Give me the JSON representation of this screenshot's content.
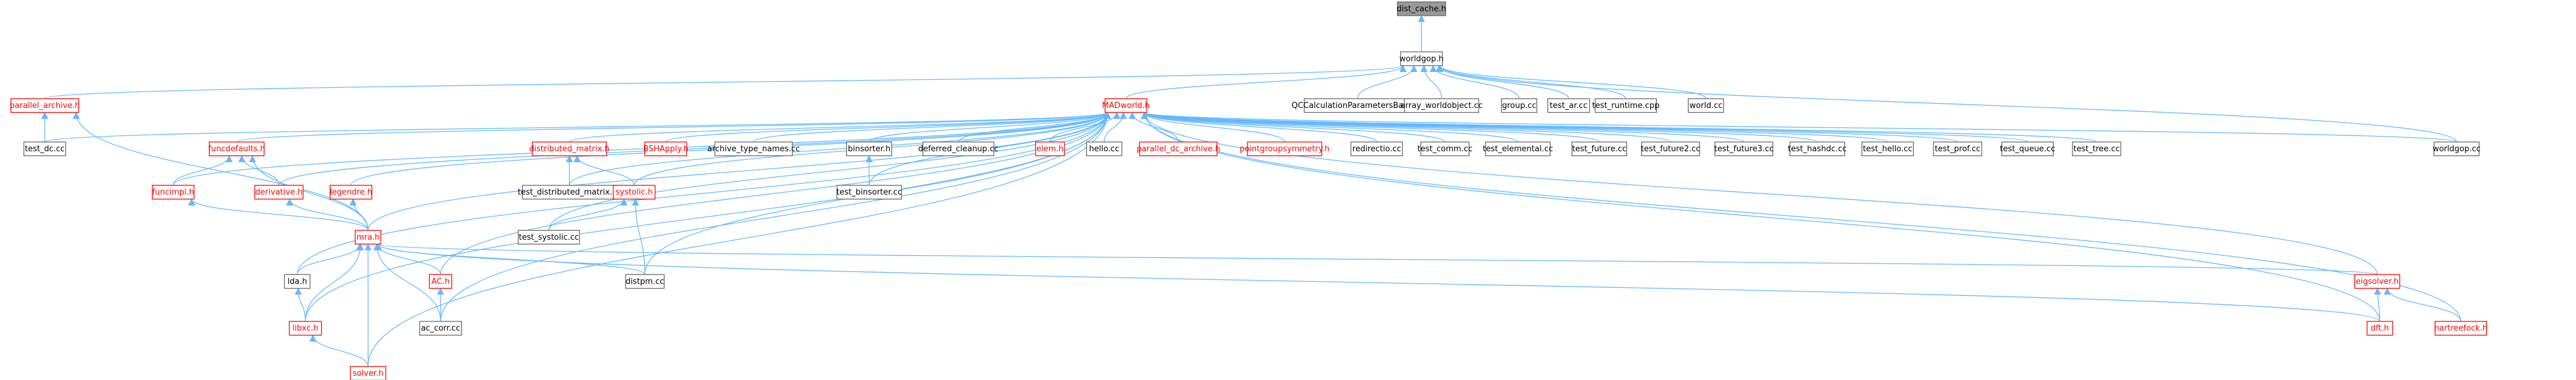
{
  "colors": {
    "edge": "#63b8ff",
    "root_fill": "#999999",
    "root_stroke": "#666666",
    "plain_fill": "#ffffff",
    "plain_stroke": "#666666",
    "red_stroke": "#ff0000",
    "text_plain": "#000000",
    "text_red": "#ff0000"
  },
  "nodes": [
    {
      "id": "dist_cache",
      "label": "dist_cache.h",
      "style": "root"
    },
    {
      "id": "worldgop",
      "label": "worldgop.h",
      "style": "plain"
    },
    {
      "id": "parallel_archive",
      "label": "parallel_archive.h",
      "style": "red"
    },
    {
      "id": "madworld",
      "label": "MADworld.h",
      "style": "red"
    },
    {
      "id": "qccalc",
      "label": "QCCalculationParametersBase.cc",
      "style": "plain"
    },
    {
      "id": "array_worldobject",
      "label": "array_worldobject.cc",
      "style": "plain"
    },
    {
      "id": "group",
      "label": "group.cc",
      "style": "plain"
    },
    {
      "id": "test_ar",
      "label": "test_ar.cc",
      "style": "plain"
    },
    {
      "id": "test_runtime",
      "label": "test_runtime.cpp",
      "style": "plain"
    },
    {
      "id": "world",
      "label": "world.cc",
      "style": "plain"
    },
    {
      "id": "test_dc",
      "label": "test_dc.cc",
      "style": "plain"
    },
    {
      "id": "funcdefaults",
      "label": "funcdefaults.h",
      "style": "red"
    },
    {
      "id": "distributed_matrix",
      "label": "distributed_matrix.h",
      "style": "red"
    },
    {
      "id": "bshapply",
      "label": "BSHApply.h",
      "style": "red"
    },
    {
      "id": "archive_type_names",
      "label": "archive_type_names.cc",
      "style": "plain"
    },
    {
      "id": "binsorter",
      "label": "binsorter.h",
      "style": "plain"
    },
    {
      "id": "deferred_cleanup",
      "label": "deferred_cleanup.cc",
      "style": "plain"
    },
    {
      "id": "elem",
      "label": "elem.h",
      "style": "red"
    },
    {
      "id": "hello",
      "label": "hello.cc",
      "style": "plain"
    },
    {
      "id": "parallel_dc_archive",
      "label": "parallel_dc_archive.h",
      "style": "red"
    },
    {
      "id": "pointgroupsymmetry",
      "label": "pointgroupsymmetry.h",
      "style": "red"
    },
    {
      "id": "redirectio",
      "label": "redirectio.cc",
      "style": "plain"
    },
    {
      "id": "test_comm",
      "label": "test_comm.cc",
      "style": "plain"
    },
    {
      "id": "test_elemental",
      "label": "test_elemental.cc",
      "style": "plain"
    },
    {
      "id": "test_future",
      "label": "test_future.cc",
      "style": "plain"
    },
    {
      "id": "test_future2",
      "label": "test_future2.cc",
      "style": "plain"
    },
    {
      "id": "test_future3",
      "label": "test_future3.cc",
      "style": "plain"
    },
    {
      "id": "test_hashdc",
      "label": "test_hashdc.cc",
      "style": "plain"
    },
    {
      "id": "test_hello",
      "label": "test_hello.cc",
      "style": "plain"
    },
    {
      "id": "test_prof",
      "label": "test_prof.cc",
      "style": "plain"
    },
    {
      "id": "test_queue",
      "label": "test_queue.cc",
      "style": "plain"
    },
    {
      "id": "test_tree",
      "label": "test_tree.cc",
      "style": "plain"
    },
    {
      "id": "worldgop_cc",
      "label": "worldgop.cc",
      "style": "plain"
    },
    {
      "id": "funcimpl",
      "label": "funcimpl.h",
      "style": "red"
    },
    {
      "id": "derivative",
      "label": "derivative.h",
      "style": "red"
    },
    {
      "id": "legendre",
      "label": "legendre.h",
      "style": "red"
    },
    {
      "id": "test_distributed_matrix",
      "label": "test_distributed_matrix.cc",
      "style": "plain"
    },
    {
      "id": "systolic",
      "label": "systolic.h",
      "style": "red"
    },
    {
      "id": "test_binsorter",
      "label": "test_binsorter.cc",
      "style": "plain"
    },
    {
      "id": "test_systolic",
      "label": "test_systolic.cc",
      "style": "plain"
    },
    {
      "id": "mra",
      "label": "mra.h",
      "style": "red"
    },
    {
      "id": "lda",
      "label": "lda.h",
      "style": "plain"
    },
    {
      "id": "ac",
      "label": "AC.h",
      "style": "red"
    },
    {
      "id": "distpm",
      "label": "distpm.cc",
      "style": "plain"
    },
    {
      "id": "eigsolver",
      "label": "eigsolver.h",
      "style": "red"
    },
    {
      "id": "libxc",
      "label": "libxc.h",
      "style": "red"
    },
    {
      "id": "ac_corr",
      "label": "ac_corr.cc",
      "style": "plain"
    },
    {
      "id": "dft",
      "label": "dft.h",
      "style": "red"
    },
    {
      "id": "hartreefock",
      "label": "hartreefock.h",
      "style": "red"
    },
    {
      "id": "solver",
      "label": "solver.h",
      "style": "red"
    }
  ],
  "edges": [
    [
      "worldgop",
      "dist_cache"
    ],
    [
      "parallel_archive",
      "worldgop"
    ],
    [
      "madworld",
      "worldgop"
    ],
    [
      "qccalc",
      "worldgop"
    ],
    [
      "array_worldobject",
      "worldgop"
    ],
    [
      "group",
      "worldgop"
    ],
    [
      "test_ar",
      "worldgop"
    ],
    [
      "test_runtime",
      "worldgop"
    ],
    [
      "world",
      "worldgop"
    ],
    [
      "worldgop_cc",
      "worldgop"
    ],
    [
      "test_dc",
      "parallel_archive"
    ],
    [
      "mra",
      "parallel_archive"
    ],
    [
      "test_dc",
      "madworld"
    ],
    [
      "funcdefaults",
      "madworld"
    ],
    [
      "distributed_matrix",
      "madworld"
    ],
    [
      "bshapply",
      "madworld"
    ],
    [
      "archive_type_names",
      "madworld"
    ],
    [
      "binsorter",
      "madworld"
    ],
    [
      "deferred_cleanup",
      "madworld"
    ],
    [
      "elem",
      "madworld"
    ],
    [
      "hello",
      "madworld"
    ],
    [
      "parallel_dc_archive",
      "madworld"
    ],
    [
      "pointgroupsymmetry",
      "madworld"
    ],
    [
      "redirectio",
      "madworld"
    ],
    [
      "test_comm",
      "madworld"
    ],
    [
      "test_elemental",
      "madworld"
    ],
    [
      "test_future",
      "madworld"
    ],
    [
      "test_future2",
      "madworld"
    ],
    [
      "test_future3",
      "madworld"
    ],
    [
      "test_hashdc",
      "madworld"
    ],
    [
      "test_hello",
      "madworld"
    ],
    [
      "test_prof",
      "madworld"
    ],
    [
      "test_queue",
      "madworld"
    ],
    [
      "test_tree",
      "madworld"
    ],
    [
      "worldgop_cc",
      "madworld"
    ],
    [
      "funcimpl",
      "madworld"
    ],
    [
      "derivative",
      "madworld"
    ],
    [
      "legendre",
      "madworld"
    ],
    [
      "test_distributed_matrix",
      "madworld"
    ],
    [
      "systolic",
      "madworld"
    ],
    [
      "test_binsorter",
      "madworld"
    ],
    [
      "test_systolic",
      "madworld"
    ],
    [
      "mra",
      "madworld"
    ],
    [
      "lda",
      "madworld"
    ],
    [
      "ac",
      "madworld"
    ],
    [
      "distpm",
      "madworld"
    ],
    [
      "eigsolver",
      "madworld"
    ],
    [
      "libxc",
      "madworld"
    ],
    [
      "ac_corr",
      "madworld"
    ],
    [
      "dft",
      "madworld"
    ],
    [
      "hartreefock",
      "madworld"
    ],
    [
      "solver",
      "madworld"
    ],
    [
      "funcimpl",
      "funcdefaults"
    ],
    [
      "derivative",
      "funcdefaults"
    ],
    [
      "mra",
      "funcdefaults"
    ],
    [
      "mra",
      "funcimpl"
    ],
    [
      "mra",
      "derivative"
    ],
    [
      "mra",
      "legendre"
    ],
    [
      "test_distributed_matrix",
      "distributed_matrix"
    ],
    [
      "systolic",
      "distributed_matrix"
    ],
    [
      "test_systolic",
      "systolic"
    ],
    [
      "distpm",
      "systolic"
    ],
    [
      "test_binsorter",
      "binsorter"
    ],
    [
      "lda",
      "mra"
    ],
    [
      "ac",
      "mra"
    ],
    [
      "distpm",
      "mra"
    ],
    [
      "eigsolver",
      "mra"
    ],
    [
      "libxc",
      "mra"
    ],
    [
      "ac_corr",
      "mra"
    ],
    [
      "dft",
      "mra"
    ],
    [
      "solver",
      "mra"
    ],
    [
      "libxc",
      "lda"
    ],
    [
      "ac_corr",
      "ac"
    ],
    [
      "dft",
      "eigsolver"
    ],
    [
      "hartreefock",
      "eigsolver"
    ],
    [
      "solver",
      "libxc"
    ]
  ]
}
